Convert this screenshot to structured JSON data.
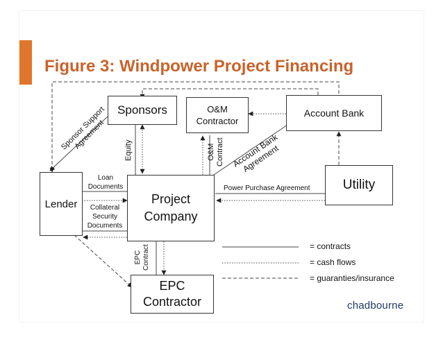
{
  "title": "Figure 3: Windpower Project Financing",
  "nodes": {
    "sponsors": "Sponsors",
    "om_contractor": "O&M Contractor",
    "account_bank": "Account Bank",
    "lender": "Lender",
    "project_company": "Project Company",
    "utility": "Utility",
    "epc_contractor": "EPC Contractor"
  },
  "edge_labels": {
    "sponsor_support_line1": "Sponsor Support",
    "sponsor_support_line2": "Agreement",
    "equity": "Equity",
    "om_contract_line1": "O&M",
    "om_contract_line2": "Contract",
    "account_bank_line1": "Account Bank",
    "account_bank_line2": "Agreement",
    "loan_docs_line1": "Loan",
    "loan_docs_line2": "Documents",
    "collateral_line1": "Collateral",
    "collateral_line2": "Security",
    "collateral_line3": "Documents",
    "ppa": "Power Purchase Agreement",
    "epc_contract_line1": "EPC",
    "epc_contract_line2": "Contract"
  },
  "legend": {
    "contracts": "= contracts",
    "cash_flows": "= cash flows",
    "guarantees": "= guaranties/insurance"
  },
  "logo": "chadbourne",
  "colors": {
    "title": "#c8632a",
    "accent": "#e0762c",
    "logo": "#1f3864"
  }
}
